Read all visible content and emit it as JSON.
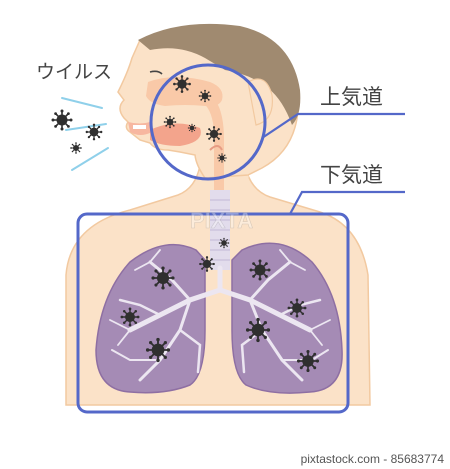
{
  "labels": {
    "virus": "ウイルス",
    "upper_airway": "上気道",
    "lower_airway": "下気道"
  },
  "watermark": {
    "text": "PIXTA",
    "footer": "pixtastock.com - 85683774"
  },
  "colors": {
    "skin": "#FBE2C8",
    "skin_outline": "#F2C9A0",
    "hair": "#A08A70",
    "airway": "#F9C9A8",
    "lung": "#A58BB5",
    "lung_dark": "#8E6FA3",
    "bronchi": "#ECE6F1",
    "trachea": "#E2DCEC",
    "virus": "#2F2F2F",
    "highlight": "#5468C9",
    "breath": "#8FD0EA"
  }
}
